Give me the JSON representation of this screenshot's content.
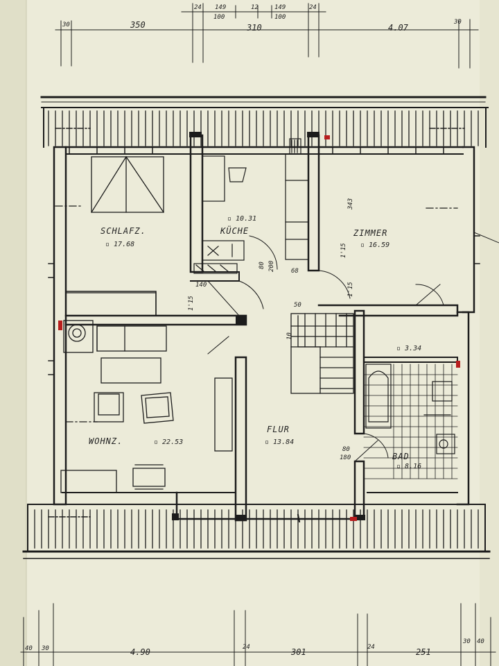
{
  "colors": {
    "paper": "#ecebd9",
    "ink": "#1c1c1c",
    "marker": "#b81e1e"
  },
  "rooms": {
    "schlafz": {
      "name": "SCHLAFZ.",
      "area": "▫ 17.68"
    },
    "kueche": {
      "name": "KÜCHE",
      "area": "▫ 10.31"
    },
    "zimmer": {
      "name": "ZIMMER",
      "area": "▫ 16.59"
    },
    "wohnz": {
      "name": "WOHNZ.",
      "area": "▫ 22.53"
    },
    "flur": {
      "name": "FLUR",
      "area": "▫ 13.84"
    },
    "abstell": {
      "area": "▫ 3.34"
    },
    "bad": {
      "name": "BAD",
      "area": "▫ 8.16"
    }
  },
  "dimensions": {
    "top": {
      "d30a": "30",
      "d350": "350",
      "d310": "310",
      "d407": "4.07",
      "d30b": "30",
      "d24a": "24",
      "d149a": "149",
      "d100a": "100",
      "d12": "12",
      "d149b": "149",
      "d100b": "100",
      "d24b": "24"
    },
    "bottom": {
      "d40a": "40",
      "d30c": "30",
      "d490": "4.90",
      "d24c": "24",
      "d301": "301",
      "d24d": "24",
      "d251": "251",
      "d30d": "30",
      "d40b": "40"
    },
    "interior": {
      "d343": "343",
      "d115a": "1'15",
      "d115b": "1'15",
      "d115c": "1'15",
      "d80": "80",
      "d200": "200",
      "d68": "68",
      "d140": "140",
      "d50": "50",
      "d10": "10",
      "d80b": "80",
      "d180": "180"
    }
  }
}
